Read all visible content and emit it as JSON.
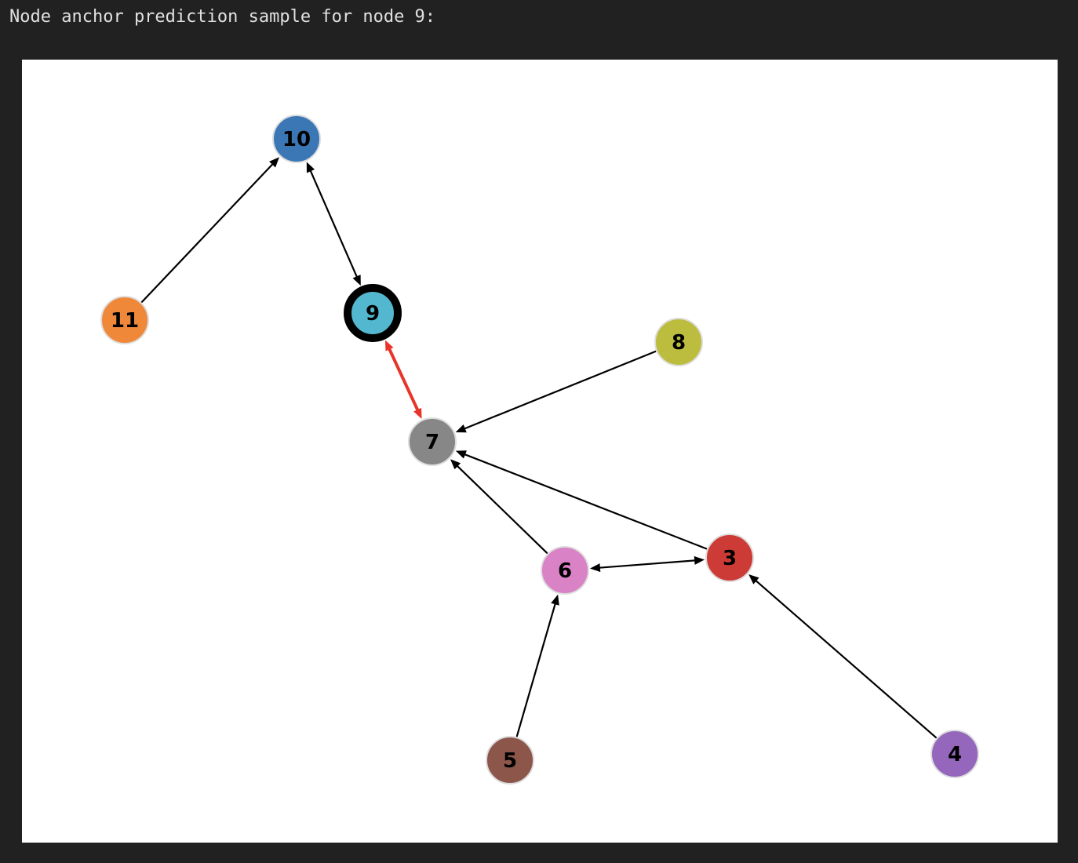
{
  "header": {
    "text": "Node anchor prediction sample for node 9:"
  },
  "graph": {
    "highlight_node": "9",
    "colors": {
      "background": "#212121",
      "panel": "#ffffff",
      "edge": "#000000",
      "highlight_edge": "#e8352b",
      "highlight_ring": "#000000",
      "node_border": "#dddddd"
    },
    "nodes": [
      {
        "id": "3",
        "label": "3",
        "color": "#cc3b35"
      },
      {
        "id": "4",
        "label": "4",
        "color": "#9467bd"
      },
      {
        "id": "5",
        "label": "5",
        "color": "#8c564b"
      },
      {
        "id": "6",
        "label": "6",
        "color": "#d982c6"
      },
      {
        "id": "7",
        "label": "7",
        "color": "#878787"
      },
      {
        "id": "8",
        "label": "8",
        "color": "#bcbd3e"
      },
      {
        "id": "9",
        "label": "9",
        "color": "#53b8cf"
      },
      {
        "id": "10",
        "label": "10",
        "color": "#3b77b4"
      },
      {
        "id": "11",
        "label": "11",
        "color": "#f0883a"
      }
    ],
    "edges": [
      {
        "from": "11",
        "to": "10",
        "direction": "forward",
        "highlight": false
      },
      {
        "from": "10",
        "to": "9",
        "direction": "both",
        "highlight": false
      },
      {
        "from": "9",
        "to": "7",
        "direction": "both",
        "highlight": true
      },
      {
        "from": "8",
        "to": "7",
        "direction": "forward",
        "highlight": false
      },
      {
        "from": "6",
        "to": "7",
        "direction": "forward",
        "highlight": false
      },
      {
        "from": "3",
        "to": "7",
        "direction": "forward",
        "highlight": false
      },
      {
        "from": "6",
        "to": "3",
        "direction": "both",
        "highlight": false
      },
      {
        "from": "5",
        "to": "6",
        "direction": "forward",
        "highlight": false
      },
      {
        "from": "4",
        "to": "3",
        "direction": "forward",
        "highlight": false
      }
    ]
  }
}
